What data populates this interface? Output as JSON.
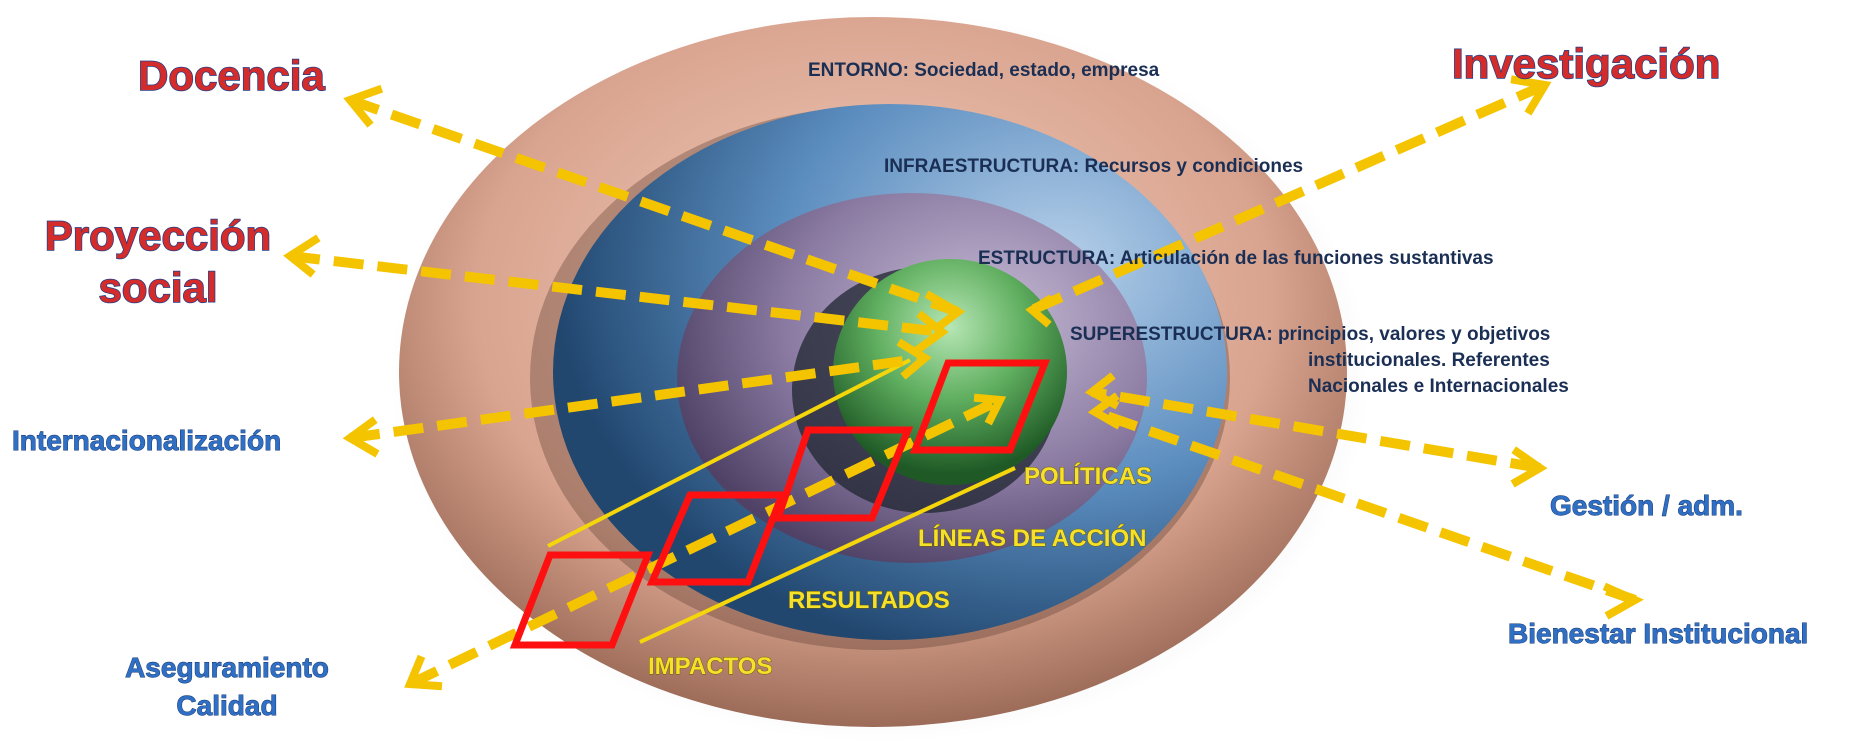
{
  "functions": {
    "docencia": "Docencia",
    "investigacion": "Investigación",
    "proyeccion_line1": "Proyección",
    "proyeccion_line2": "social",
    "internacionalizacion": "Internacionalización",
    "gestion": "Gestión / adm.",
    "bienestar": "Bienestar Institucional",
    "aseguramiento_line1": "Aseguramiento",
    "aseguramiento_line2": "Calidad"
  },
  "layers": {
    "entorno": "ENTORNO: Sociedad, estado, empresa",
    "infraestructura": "INFRAESTRUCTURA: Recursos y condiciones",
    "estructura": "ESTRUCTURA: Articulación de las funciones sustantivas",
    "superestructura_line1": "SUPERESTRUCTURA: principios, valores y objetivos",
    "superestructura_line2": "institucionales. Referentes",
    "superestructura_line3": "Nacionales e Internacionales"
  },
  "levels": {
    "politicas": "POLÍTICAS",
    "lineas": "LÍNEAS DE ACCIÓN",
    "resultados": "RESULTADOS",
    "impactos": "IMPACTOS"
  },
  "colors": {
    "function_red": "#d42b2b",
    "function_blue": "#2f6fc4",
    "arrow_yellow": "#f5c400",
    "entorno_ring": "#d9a48f",
    "infraestructura_ring": "#3f74a6",
    "estructura_ring": "#8f7ea6",
    "core_sphere": "#4f9a52",
    "level_outline": "#ff1010"
  }
}
